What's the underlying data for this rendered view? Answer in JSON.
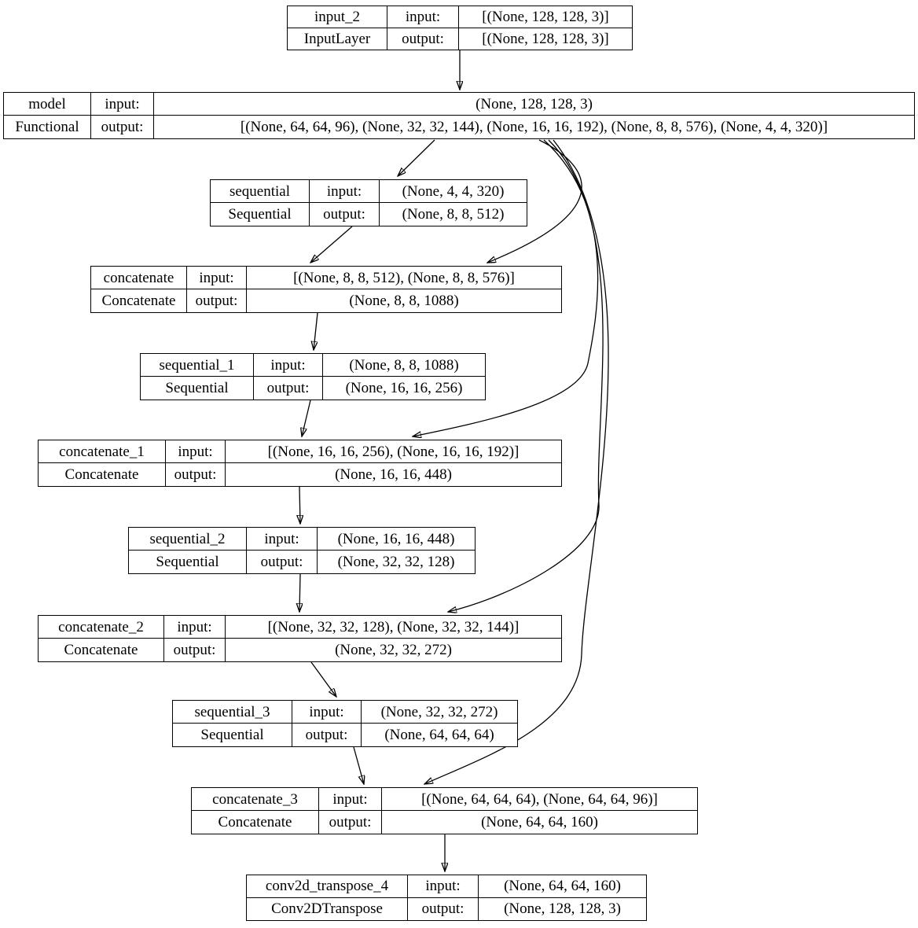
{
  "diagram": {
    "title": "keras-model-architecture-graph",
    "colors": {
      "background": "#ffffff",
      "node_border": "#000000",
      "edge": "#000000",
      "text": "#000000"
    },
    "nodes": [
      {
        "name": "input_2",
        "type": "InputLayer",
        "input_label": "input:",
        "output_label": "output:",
        "input_shape": "[(None, 128, 128, 3)]",
        "output_shape": "[(None, 128, 128, 3)]"
      },
      {
        "name": "model",
        "type": "Functional",
        "input_label": "input:",
        "output_label": "output:",
        "input_shape": "(None, 128, 128, 3)",
        "output_shape": "[(None, 64, 64, 96), (None, 32, 32, 144), (None, 16, 16, 192), (None, 8, 8, 576), (None, 4, 4, 320)]"
      },
      {
        "name": "sequential",
        "type": "Sequential",
        "input_label": "input:",
        "output_label": "output:",
        "input_shape": "(None, 4, 4, 320)",
        "output_shape": "(None, 8, 8, 512)"
      },
      {
        "name": "concatenate",
        "type": "Concatenate",
        "input_label": "input:",
        "output_label": "output:",
        "input_shape": "[(None, 8, 8, 512), (None, 8, 8, 576)]",
        "output_shape": "(None, 8, 8, 1088)"
      },
      {
        "name": "sequential_1",
        "type": "Sequential",
        "input_label": "input:",
        "output_label": "output:",
        "input_shape": "(None, 8, 8, 1088)",
        "output_shape": "(None, 16, 16, 256)"
      },
      {
        "name": "concatenate_1",
        "type": "Concatenate",
        "input_label": "input:",
        "output_label": "output:",
        "input_shape": "[(None, 16, 16, 256), (None, 16, 16, 192)]",
        "output_shape": "(None, 16, 16, 448)"
      },
      {
        "name": "sequential_2",
        "type": "Sequential",
        "input_label": "input:",
        "output_label": "output:",
        "input_shape": "(None, 16, 16, 448)",
        "output_shape": "(None, 32, 32, 128)"
      },
      {
        "name": "concatenate_2",
        "type": "Concatenate",
        "input_label": "input:",
        "output_label": "output:",
        "input_shape": "[(None, 32, 32, 128), (None, 32, 32, 144)]",
        "output_shape": "(None, 32, 32, 272)"
      },
      {
        "name": "sequential_3",
        "type": "Sequential",
        "input_label": "input:",
        "output_label": "output:",
        "input_shape": "(None, 32, 32, 272)",
        "output_shape": "(None, 64, 64, 64)"
      },
      {
        "name": "concatenate_3",
        "type": "Concatenate",
        "input_label": "input:",
        "output_label": "output:",
        "input_shape": "[(None, 64, 64, 64), (None, 64, 64, 96)]",
        "output_shape": "(None, 64, 64, 160)"
      },
      {
        "name": "conv2d_transpose_4",
        "type": "Conv2DTranspose",
        "input_label": "input:",
        "output_label": "output:",
        "input_shape": "(None, 64, 64, 160)",
        "output_shape": "(None, 128, 128, 3)"
      }
    ]
  }
}
